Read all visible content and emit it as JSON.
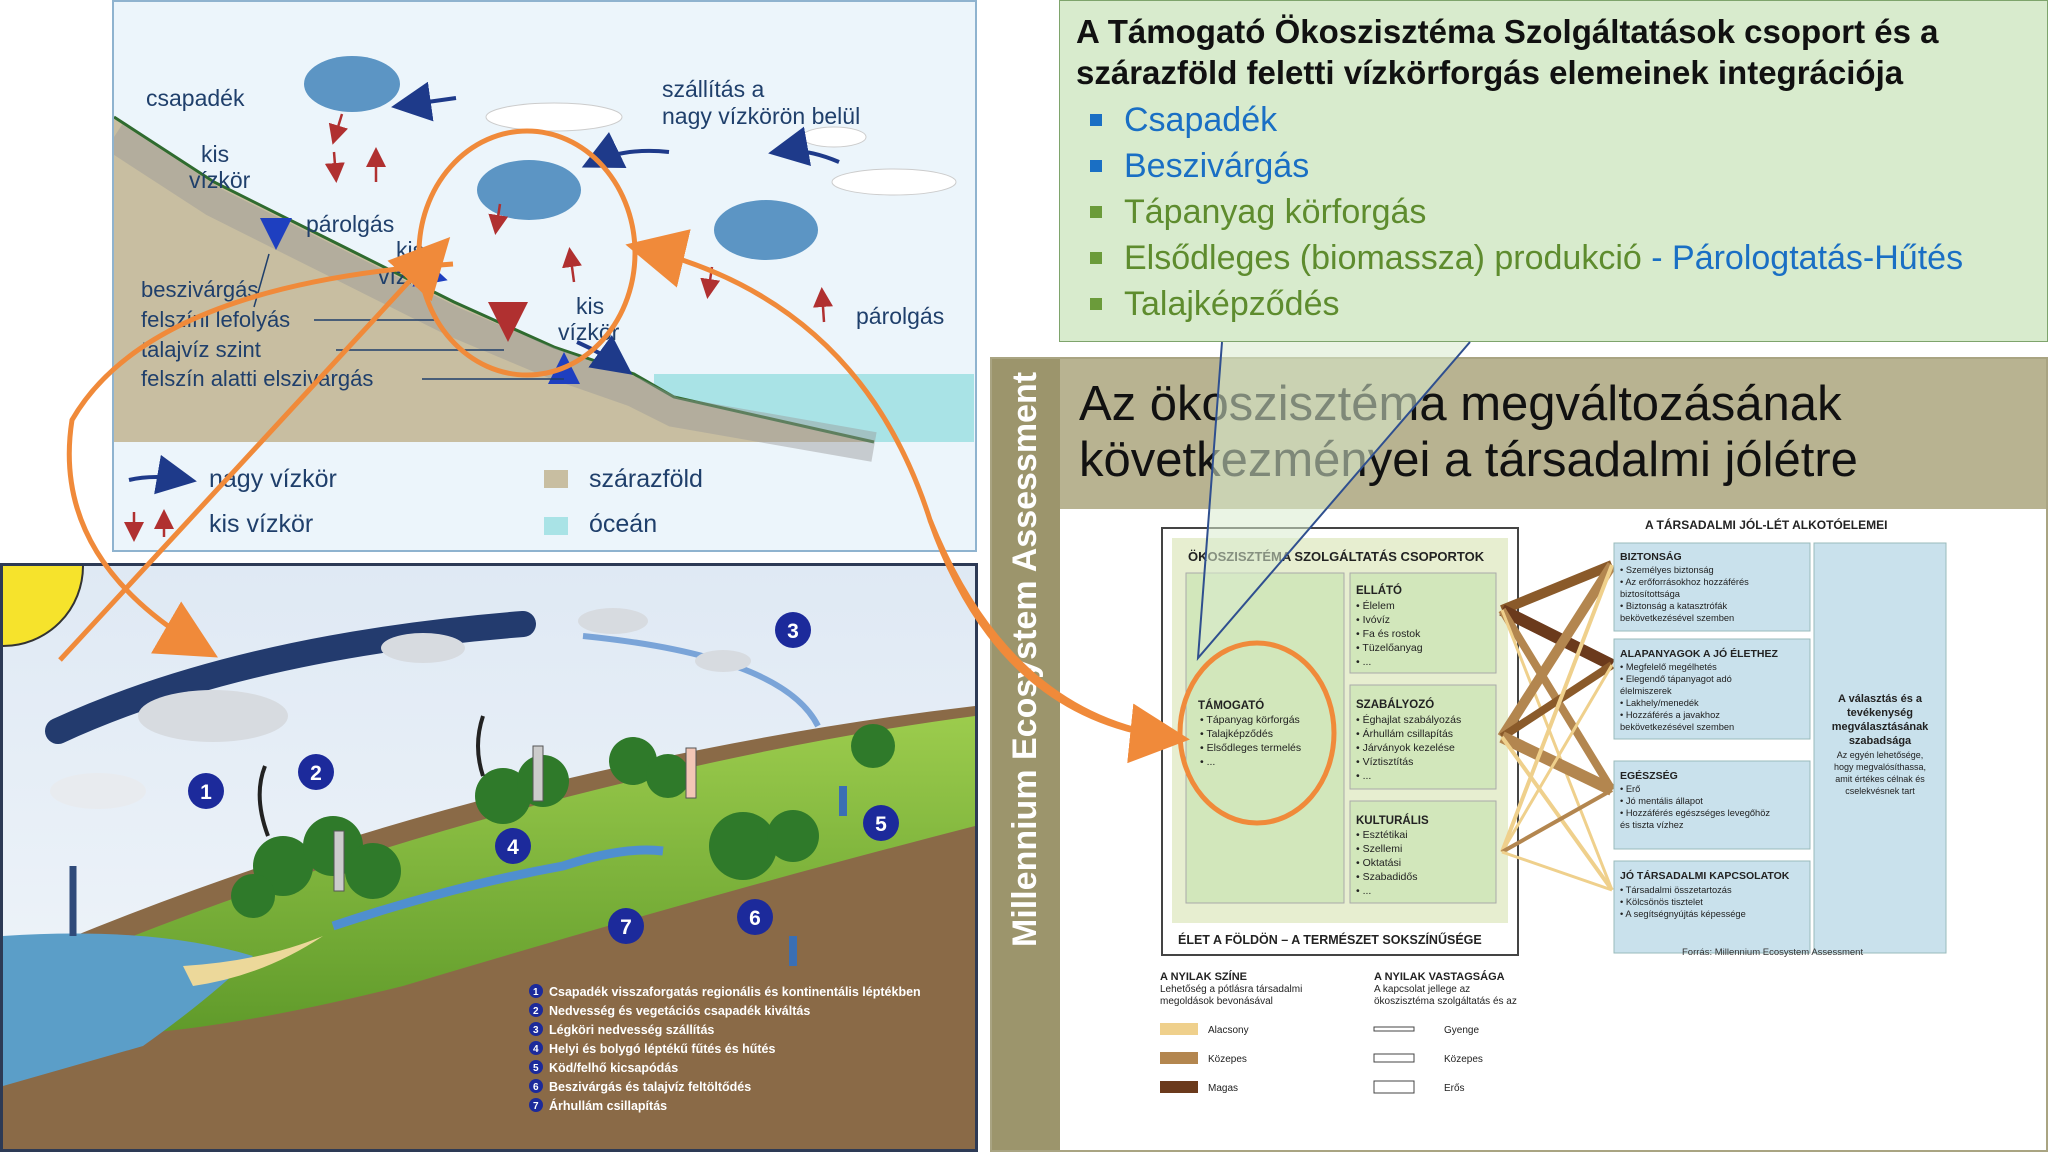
{
  "water_cycle_top": {
    "cloud_labels": {
      "rain": "csapadék"
    },
    "small_cycle_left": "kis\nvízkör",
    "small_cycle_center": "kis\nvízkör",
    "small_cycle_right": "kis\nvízkör",
    "evaporation_left": "párolgás",
    "evaporation_right": "párolgás",
    "transport_line1": "szállítás a",
    "transport_line2": "nagy vízkörön belül",
    "labels": [
      "beszivárgás",
      "felszíni lefolyás",
      "talajvíz szint",
      "felszín alatti elszivárgás"
    ],
    "legend": {
      "big_cycle": "nagy vízkör",
      "small_cycle": "kis vízkör",
      "land": "szárazföld",
      "ocean": "óceán"
    },
    "colors": {
      "land": "#c8bea1",
      "ocean": "#a9e3e6",
      "arrow": "#1e3a8a",
      "text": "#1f3f6b"
    }
  },
  "callout": {
    "title_line1": "A Támogató Ökoszisztéma Szolgáltatások csoport és a",
    "title_line2": "szárazföld feletti vízkörforgás elemeinek integrációja",
    "items": [
      {
        "text": "Csapadék",
        "color": "#1a6fc4",
        "bullet": "#1a6fc4"
      },
      {
        "text": "Beszivárgás",
        "color": "#1a6fc4",
        "bullet": "#1a6fc4"
      },
      {
        "text": "Tápanyag körforgás",
        "color": "#5e8c2e",
        "bullet": "#6b9b3a"
      },
      {
        "text": "Elsődleges (biomassza) produkció",
        "color": "#5e8c2e",
        "bullet": "#6b9b3a",
        "suffix": " - Párologtatás-Hűtés",
        "suffix_color": "#1a6fc4"
      },
      {
        "text": "Talajképződés",
        "color": "#5e8c2e",
        "bullet": "#6b9b3a"
      }
    ]
  },
  "mea": {
    "vertical_title": "Millennium Ecosystem Assessment",
    "title_line1": "Az ökoszisztéma megváltozásának",
    "title_line2": "következményei a társadalmi jólétre",
    "services_header": "ÖKOSZISZTÉMA SZOLGÁLTATÁS CSOPORTOK",
    "supporting": {
      "title": "TÁMOGATÓ",
      "items": [
        "• Tápanyag körforgás",
        "• Talajképződés",
        "• Elsődleges termelés",
        "• ..."
      ]
    },
    "provisioning": {
      "title": "ELLÁTÓ",
      "items": [
        "• Élelem",
        "• Ivóvíz",
        "• Fa és rostok",
        "• Tüzelőanyag",
        "• ..."
      ]
    },
    "regulating": {
      "title": "SZABÁLYOZÓ",
      "items": [
        "• Éghajlat szabályozás",
        "• Árhullám csillapítás",
        "• Járványok kezelése",
        "• Víztisztítás",
        "• ..."
      ]
    },
    "cultural": {
      "title": "KULTURÁLIS",
      "items": [
        "• Esztétikai",
        "• Szellemi",
        "• Oktatási",
        "• Szabadidős",
        "• ..."
      ]
    },
    "life_footer": "ÉLET A FÖLDÖN – A TERMÉSZET SOKSZÍNŰSÉGE",
    "wellbeing_header": "A TÁRSADALMI JÓL-LÉT ALKOTÓELEMEI",
    "security": {
      "title": "BIZTONSÁG",
      "items": [
        "• Személyes biztonság",
        "• Az erőforrásokhoz hozzáférés",
        "  biztosítottsága",
        "• Biztonság a katasztrófák",
        "  bekövetkezésével szemben"
      ]
    },
    "basics": {
      "title": "ALAPANYAGOK A JÓ ÉLETHEZ",
      "items": [
        "• Megfelelő megélhetés",
        "• Elegendő tápanyagot adó",
        "  élelmiszerek",
        "• Lakhely/menedék",
        "• Hozzáférés a javakhoz",
        "  bekövetkezésével szemben"
      ]
    },
    "health": {
      "title": "EGÉSZSÉG",
      "items": [
        "• Erő",
        "• Jó mentális állapot",
        "• Hozzáférés egészséges levegőhöz",
        "  és tiszta vízhez"
      ]
    },
    "relations": {
      "title": "JÓ TÁRSADALMI KAPCSOLATOK",
      "items": [
        "• Társadalmi összetartozás",
        "• Kölcsönös tisztelet",
        "• A segítségnyújtás képessége"
      ]
    },
    "freedom": [
      "A választás és a",
      "tevékenység",
      "megválasztásának",
      "szabadsága",
      "Az egyén lehetősége,",
      "hogy megvalósíthassa,",
      "amit értékes célnak és",
      "cselekvésnek tart"
    ],
    "source": "Forrás: Millennium Ecosystem Assessment",
    "arrow_color_legend": {
      "title": "A NYILAK SZÍNE",
      "subtitle1": "Lehetőség a pótlásra társadalmi",
      "subtitle2": "megoldások bevonásával",
      "levels": [
        {
          "label": "Alacsony",
          "color": "#efd08c"
        },
        {
          "label": "Közepes",
          "color": "#b3864f"
        },
        {
          "label": "Magas",
          "color": "#6b3a1c"
        }
      ]
    },
    "arrow_width_legend": {
      "title": "A NYILAK VASTAGSÁGA",
      "subtitle1": "A kapcsolat jellege az",
      "subtitle2": "ökoszisztéma szolgáltatás és az",
      "levels": [
        "Gyenge",
        "Közepes",
        "Erős"
      ]
    },
    "colors": {
      "header": "#b8b391",
      "strip": "#9c956c",
      "service_bg": "#d2e7bb",
      "wellbeing_bg": "#c9e1ec"
    }
  },
  "water_cycle_bottom": {
    "numbers": [
      "1",
      "2",
      "3",
      "4",
      "5",
      "6",
      "7"
    ],
    "legend": [
      "Csapadék visszaforgatás regionális és kontinentális léptékben",
      "Nedvesség és vegetációs csapadék kiváltás",
      "Légköri nedvesség szállítás",
      "Helyi és bolygó léptékű fűtés és hűtés",
      "Köd/felhő kicsapódás",
      "Beszivárgás és talajvíz feltöltődés",
      "Árhullám csillapítás"
    ]
  },
  "colors": {
    "orange": "#f08a3a",
    "badge": "#1c2a9b"
  }
}
